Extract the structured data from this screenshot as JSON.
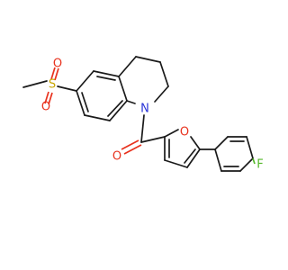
{
  "molecule": {
    "atoms": {
      "sulfur": {
        "symbol": "S",
        "color": "#c9a600"
      },
      "oxygen_top": {
        "symbol": "O",
        "color": "#e8321e"
      },
      "oxygen_bottom": {
        "symbol": "O",
        "color": "#e8321e"
      },
      "nitrogen": {
        "symbol": "N",
        "color": "#2a35d8"
      },
      "oxygen_carbonyl": {
        "symbol": "O",
        "color": "#e8321e"
      },
      "oxygen_furan": {
        "symbol": "O",
        "color": "#e8321e"
      },
      "fluorine": {
        "symbol": "F",
        "color": "#55b82a"
      }
    }
  }
}
